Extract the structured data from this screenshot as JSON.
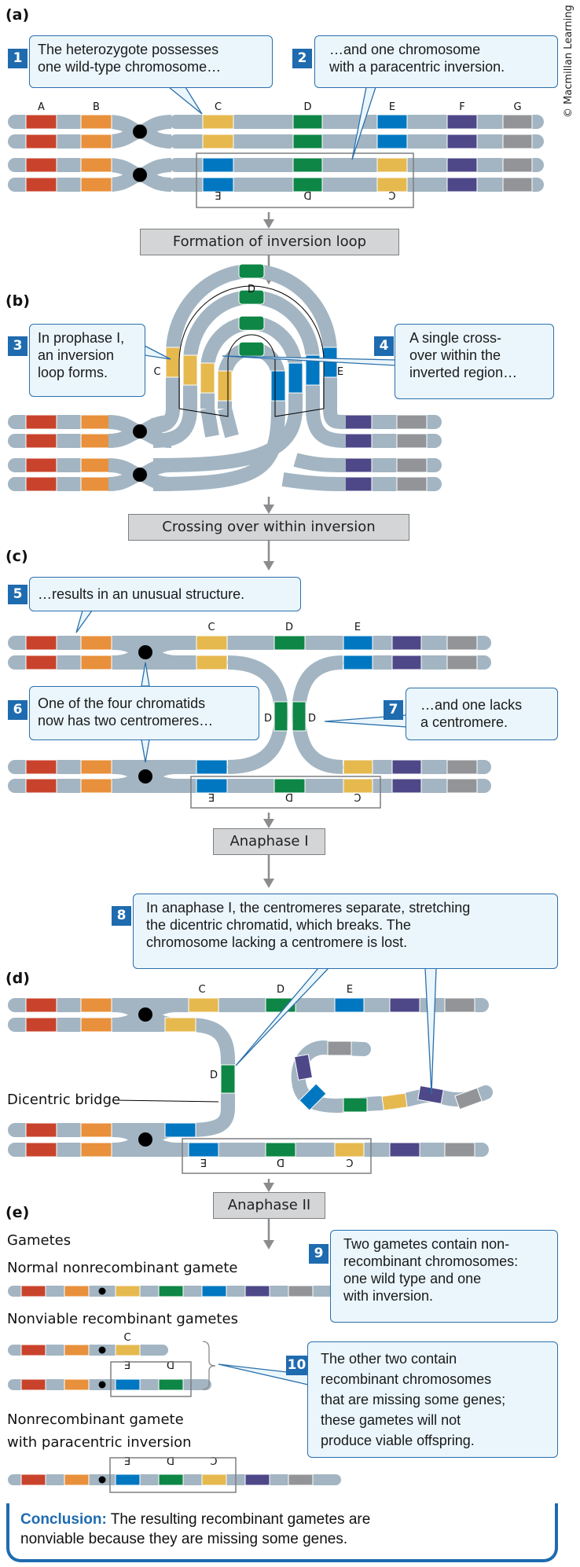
{
  "figure": {
    "copyright": "© Macmillan Learning",
    "colors": {
      "chromatid": "#A3B5C2",
      "A": "#C9432C",
      "B": "#E8903B",
      "C": "#E6B94F",
      "D": "#0E8646",
      "E": "#0277C1",
      "F": "#4E4889",
      "G": "#929497",
      "callout_fill": "#EAF6FC",
      "callout_border": "#2B6FAB",
      "badge": "#1F6BAF",
      "flow_fill": "#D4D5D7"
    },
    "gene_labels": [
      "A",
      "B",
      "C",
      "D",
      "E",
      "F",
      "G"
    ],
    "inverted_labels": [
      "E",
      "D",
      "C"
    ]
  },
  "sections": {
    "a": {
      "label": "(a)"
    },
    "b": {
      "label": "(b)"
    },
    "c": {
      "label": "(c)"
    },
    "d": {
      "label": "(d)"
    },
    "e": {
      "label": "(e)"
    }
  },
  "flow_steps": [
    {
      "label": "Formation of inversion loop"
    },
    {
      "label": "Crossing over within inversion"
    },
    {
      "label": "Anaphase I"
    },
    {
      "label": "Anaphase II"
    }
  ],
  "callouts": [
    {
      "number": "1",
      "text": "The heterozygote possesses\none wild-type chromosome…"
    },
    {
      "number": "2",
      "text": "…and one chromosome\nwith a paracentric inversion."
    },
    {
      "number": "3",
      "text": "In prophase I,\nan inversion\nloop forms."
    },
    {
      "number": "4",
      "text": "A single cross-\nover within the\ninverted region…"
    },
    {
      "number": "5",
      "text": "…results in an unusual structure."
    },
    {
      "number": "6",
      "text": "One of the four chromatids\nnow has two centromeres…"
    },
    {
      "number": "7",
      "text": "…and one lacks\na centromere."
    },
    {
      "number": "8",
      "text": "In anaphase I, the centromeres separate, stretching\nthe dicentric chromatid, which breaks. The\nchromosome lacking a centromere is lost."
    },
    {
      "number": "9",
      "text": "Two gametes contain non-\nrecombinant chromosomes:\none wild type and one\nwith inversion."
    },
    {
      "number": "10",
      "text": "The other two contain\nrecombinant chromosomes\nthat are missing some genes;\nthese gametes will not\nproduce viable offspring."
    }
  ],
  "labels": {
    "dicentric_bridge": "Dicentric bridge",
    "gametes": "Gametes",
    "normal_gamete": "Normal nonrecombinant gamete",
    "nonviable_gametes": "Nonviable recombinant gametes",
    "inversion_gamete_line1": "Nonrecombinant gamete",
    "inversion_gamete_line2": "with paracentric inversion"
  },
  "chromosomes": {
    "wild_type": [
      "A",
      "B",
      "cen",
      "C",
      "D",
      "E",
      "F",
      "G"
    ],
    "inverted": [
      "A",
      "B",
      "cen",
      "E",
      "D",
      "C",
      "F",
      "G"
    ],
    "gametes": {
      "normal": [
        "A",
        "B",
        "cen",
        "C",
        "D",
        "E",
        "F",
        "G"
      ],
      "nonviable_1": [
        "A",
        "B",
        "cen",
        "C"
      ],
      "nonviable_2": [
        "A",
        "B",
        "cen",
        "E",
        "D"
      ],
      "inversion": [
        "A",
        "B",
        "cen",
        "E",
        "D",
        "C",
        "F",
        "G"
      ]
    },
    "acentric_fragment": [
      "G",
      "F",
      "E",
      "D",
      "C",
      "F",
      "G"
    ]
  },
  "conclusion": {
    "heading": "Conclusion:",
    "text": " The resulting recombinant gametes are\nnonviable because they are missing some genes."
  }
}
